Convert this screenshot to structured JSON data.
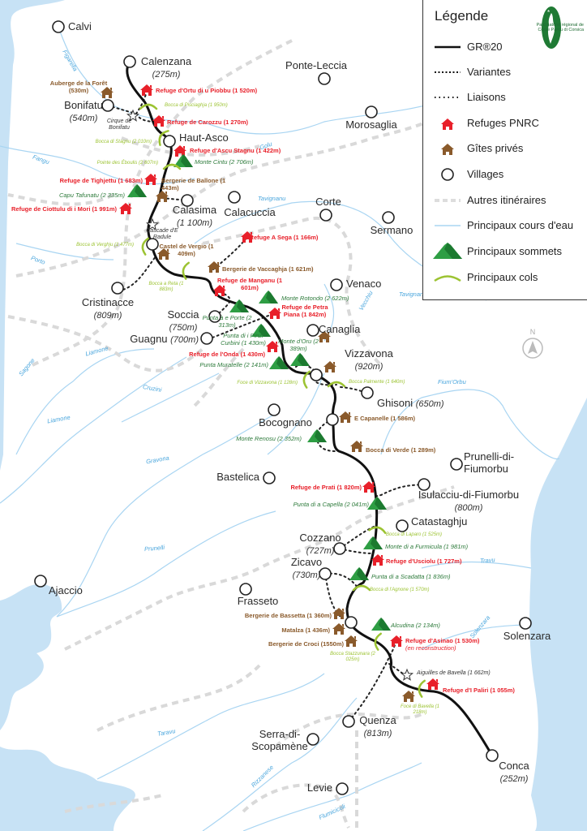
{
  "legend": {
    "title": "Légende",
    "items": [
      {
        "label": "GR®20",
        "symbol": "solid-line"
      },
      {
        "label": "Variantes",
        "symbol": "dense-dotted-line"
      },
      {
        "label": "Liaisons",
        "symbol": "dotted-line"
      },
      {
        "label": "Refuges PNRC",
        "symbol": "red-house-icon"
      },
      {
        "label": "Gîtes privés",
        "symbol": "brown-house-icon"
      },
      {
        "label": "Villages",
        "symbol": "circle-icon"
      },
      {
        "label": "Autres itinéraires",
        "symbol": "grey-dashed-line"
      },
      {
        "label": "Principaux cours d'eau",
        "symbol": "blue-line"
      },
      {
        "label": "Principaux sommets",
        "symbol": "mountain-icon"
      },
      {
        "label": "Principaux cols",
        "symbol": "pass-arc-icon"
      }
    ],
    "logo_text": "Parc naturel régional de Corse Parcu di Corsica"
  },
  "compass": {
    "label": "N"
  },
  "colors": {
    "gr20": "#111111",
    "refuge": "#e8202a",
    "gite": "#8a5a2b",
    "summit": "#2e9e44",
    "col": "#9cc332",
    "river": "#a9d5f2",
    "sea": "#c7e2f5",
    "other_trails": "#d8d8d8"
  },
  "villages": [
    {
      "name": "Calvi"
    },
    {
      "name": "Calenzana",
      "alt": "(275m)"
    },
    {
      "name": "Bonifatu",
      "alt": "(540m)"
    },
    {
      "name": "Haut-Asco"
    },
    {
      "name": "Calasima",
      "alt": "(1 100m)"
    },
    {
      "name": "Calacuccia"
    },
    {
      "name": "Ponte-Leccia"
    },
    {
      "name": "Morosaglia"
    },
    {
      "name": "Corte"
    },
    {
      "name": "Sermano"
    },
    {
      "name": "Venaco"
    },
    {
      "name": "Cristinacce",
      "alt": "(809m)"
    },
    {
      "name": "Soccia",
      "alt": "(750m)"
    },
    {
      "name": "Guagnu",
      "alt": "(700m)"
    },
    {
      "name": "Canaglia"
    },
    {
      "name": "Vizzavona",
      "alt": "(920m)"
    },
    {
      "name": "Ghisoni",
      "alt": "(650m)"
    },
    {
      "name": "Bocognano"
    },
    {
      "name": "Bastelica"
    },
    {
      "name": "Prunelli-di-Fiumorbu"
    },
    {
      "name": "Isulacciu-di-Fiumorbu",
      "alt": "(800m)"
    },
    {
      "name": "Catastaghju"
    },
    {
      "name": "Cozzano",
      "alt": "(727m)"
    },
    {
      "name": "Zicavo",
      "alt": "(730m)"
    },
    {
      "name": "Ajaccio"
    },
    {
      "name": "Frasseto"
    },
    {
      "name": "Solenzara"
    },
    {
      "name": "Quenza",
      "alt": "(813m)"
    },
    {
      "name": "Serra-di-Scopamène"
    },
    {
      "name": "Levie"
    },
    {
      "name": "Conca",
      "alt": "(252m)"
    }
  ],
  "refuges": [
    {
      "name": "Refuge d'Ortu di u Piobbu (1 520m)"
    },
    {
      "name": "Refuge de Carozzu (1 270m)"
    },
    {
      "name": "Refuge d'Ascu Stagnu (1 422m)"
    },
    {
      "name": "Refuge de Tighjettu (1 683m)"
    },
    {
      "name": "Refuge de Ciottulu di i Mori (1 991m)"
    },
    {
      "name": "Refuge A Sega (1 166m)"
    },
    {
      "name": "Refuge de Manganu (1 601m)"
    },
    {
      "name": "Refuge de Petra Piana (1 842m)"
    },
    {
      "name": "Refuge de l'Onda (1 430m)"
    },
    {
      "name": "Refuge de Prati (1 820m)"
    },
    {
      "name": "Refuge d'Usciolu (1 727m)"
    },
    {
      "name": "Refuge d'Asinao (1 530m)",
      "note": "(en reconstruction)"
    },
    {
      "name": "Refuge d'I Paliri (1 055m)"
    }
  ],
  "gites": [
    {
      "name": "Auberge de la Forêt (530m)"
    },
    {
      "name": "Bergerie de Ballone (1 443m)"
    },
    {
      "name": "Castel de Vergio (1 409m)"
    },
    {
      "name": "Bergerie de Vaccaghja (1 621m)"
    },
    {
      "name": "E Capanelle (1 586m)"
    },
    {
      "name": "Bocca di Verde (1 289m)"
    },
    {
      "name": "Bergerie de Bassetta (1 360m)"
    },
    {
      "name": "Matalza (1 436m)"
    },
    {
      "name": "Bergerie de Croci (1550m)"
    }
  ],
  "summits": [
    {
      "name": "Monte Cintu (2 706m)"
    },
    {
      "name": "Capu Tafunatu (2 335m)"
    },
    {
      "name": "Monte Rotondo (2 622m)"
    },
    {
      "name": "Punta à e Porte (2 313m)"
    },
    {
      "name": "Punta di i Pinzi Curbini (1 430m)"
    },
    {
      "name": "Monte d'Oru (2 389m)"
    },
    {
      "name": "Punta Muratelle (2 141m)"
    },
    {
      "name": "Monte Renosu (2 352m)"
    },
    {
      "name": "Punta di a Capella (2 041m)"
    },
    {
      "name": "Monte di a Furmicula (1 981m)"
    },
    {
      "name": "Punta di a Scadatta (1 836m)"
    },
    {
      "name": "Alcudina (2 134m)"
    }
  ],
  "cols": [
    {
      "name": "Bocca di Pisciaghja (1 950m)"
    },
    {
      "name": "Bocca di Stagnu (2 010m)"
    },
    {
      "name": "Pointe des Éboulis (2 607m)"
    },
    {
      "name": "Bocca di Verghju (1 477m)"
    },
    {
      "name": "Bocca a Reta (1 883m)"
    },
    {
      "name": "Foce di Vizzavona (1 128m)"
    },
    {
      "name": "Bocca Palmente (1 640m)"
    },
    {
      "name": "Bocca di Laparo (1 525m)"
    },
    {
      "name": "Bocca di l'Agnone (1 570m)"
    },
    {
      "name": "Bocca Stazzunara (2 025m)"
    },
    {
      "name": "Foce di Bavella (1 218m)"
    }
  ],
  "sites": [
    {
      "name": "Cirque de Bonifatu"
    },
    {
      "name": "Cascade d'E Radule"
    },
    {
      "name": "Aiguilles de Bavella (1 662m)"
    }
  ],
  "rivers": [
    "Figarella",
    "Fangu",
    "Golu",
    "Tavignanu",
    "Tavignanu",
    "Vecchiu",
    "Porto",
    "Liamone",
    "Sagone",
    "Liamone",
    "Cruzini",
    "Gravona",
    "Fium'Orbu",
    "Prunelli",
    "Travu",
    "Solenzara",
    "Taravu",
    "Rizzanese",
    "Flumicicoli"
  ]
}
